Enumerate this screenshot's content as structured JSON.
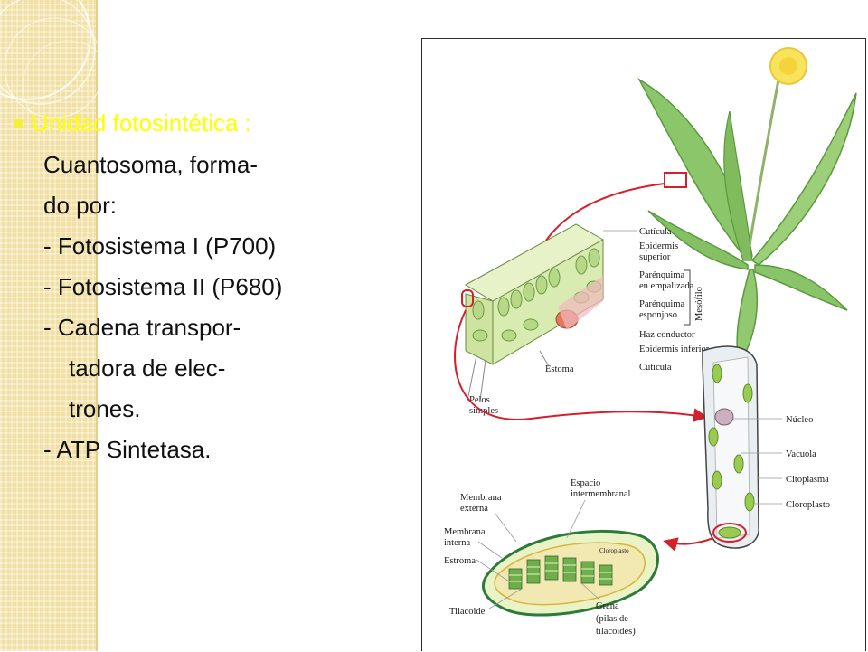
{
  "slide": {
    "bullet_heading": "Unidad fotosintética :",
    "lines": [
      "Cuantosoma, forma-",
      "do por:",
      "- Fotosistema I (P700)",
      "- Fotosistema II (P680)",
      "- Cadena transpor-",
      "tadora de elec-",
      "trones.",
      "- ATP Sintetasa."
    ]
  },
  "figure": {
    "leaf_labels": {
      "cuticula_top": "Cutícula",
      "epidermis_sup_1": "Epidermis",
      "epidermis_sup_2": "superior",
      "parenquima_emp_1": "Parénquima",
      "parenquima_emp_2": "en empalizada",
      "parenquima_esp_1": "Parénquima",
      "parenquima_esp_2": "esponjoso",
      "mesofilo": "Mesófilo",
      "haz": "Haz conductor",
      "epidermis_inf": "Epidermis inferior",
      "estoma": "Estoma",
      "cuticula_bottom": "Cutícula",
      "pelos_1": "Pelos",
      "pelos_2": "simples"
    },
    "cell_labels": {
      "nucleo": "Núcleo",
      "vacuola": "Vacuola",
      "citoplasma": "Citoplasma",
      "cloroplasto": "Cloroplasto"
    },
    "chloroplast_labels": {
      "espacio_1": "Espacio",
      "espacio_2": "intermembranal",
      "membrana_ext_1": "Membrana",
      "membrana_ext_2": "externa",
      "membrana_int_1": "Membrana",
      "membrana_int_2": "interna",
      "estroma": "Estroma",
      "cloroplasto_inner": "Cloroplasto",
      "tilacoide": "Tilacoide",
      "grana_1": "Grana",
      "grana_2": "(pilas de",
      "grana_3": "tilacoides)"
    }
  }
}
